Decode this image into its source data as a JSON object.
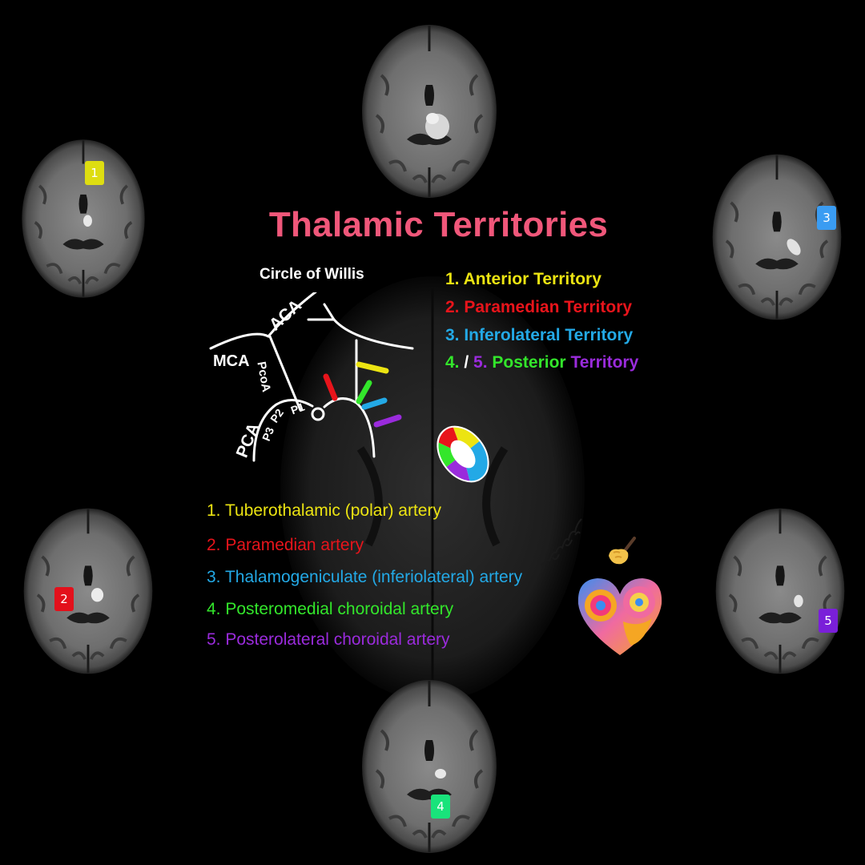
{
  "title": "Thalamic Territories",
  "colors": {
    "title": "#f0577a",
    "territory_1": "#ece412",
    "territory_2": "#e8141b",
    "territory_3": "#23a9e6",
    "territory_4": "#33e62b",
    "territory_5": "#9a2bdc",
    "badge_1": "#dedd11",
    "badge_2": "#e3101b",
    "badge_3": "#3a9cf2",
    "badge_4": "#19e37b",
    "badge_5": "#7a1fd9",
    "badge_text": "#ffffff"
  },
  "scan_badges": [
    {
      "label": "1"
    },
    {
      "label": "2"
    },
    {
      "label": "3"
    },
    {
      "label": "4"
    },
    {
      "label": "5"
    }
  ],
  "diagram": {
    "heading": "Circle of Willis",
    "labels": {
      "aca": "ACA",
      "mca": "MCA",
      "pcoa": "PcoA",
      "pca": "PCA",
      "p1": "P1",
      "p2": "P2",
      "p3": "P3"
    }
  },
  "legend": {
    "items": [
      {
        "text": "1. Anterior Territory"
      },
      {
        "text": "2. Paramedian Territory"
      },
      {
        "text": "3. Inferolateral Territory"
      }
    ],
    "posterior": {
      "num4": "4.",
      "slash": "/",
      "num5": "5.",
      "word_posterior": "Posterior",
      "word_territory": "Territory"
    }
  },
  "arteries": [
    {
      "text": "1. Tuberothalamic (polar) artery"
    },
    {
      "text": "2. Paramedian artery"
    },
    {
      "text": "3. Thalamogeniculate (inferiolateral) artery"
    },
    {
      "text": "4. Posteromedial choroidal artery"
    },
    {
      "text": "5. Posterolateral choroidal artery"
    }
  ],
  "icons": {
    "thalamus_ring": "thalamus-territory-ring-icon",
    "writing_hand": "writing-hand-emoji-icon",
    "heart_logo": "heart-logo-icon",
    "signature": "handwritten-signature"
  }
}
